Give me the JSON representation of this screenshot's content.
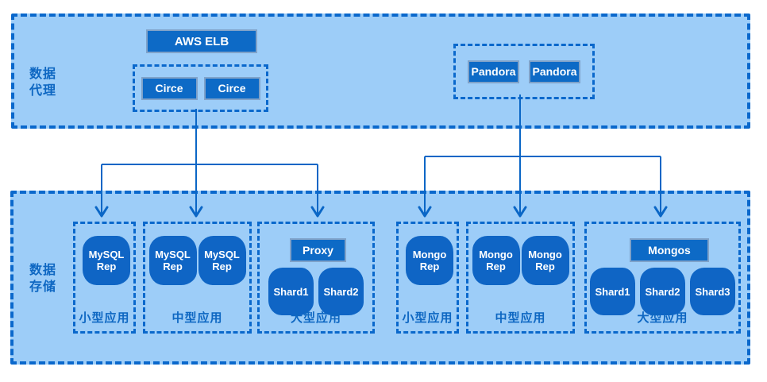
{
  "colors": {
    "layer_fill": "#9dcdf8",
    "dashed_border": "#0a68cc",
    "node_fill": "#0d6ac6",
    "node_border": "#7fa2c9",
    "blob_fill": "#0f65c5",
    "node_text": "#ffffff",
    "section_label_text": "#0e67c2",
    "connector_line": "#0a66c6",
    "page_background": "#ffffff"
  },
  "proxy_layer": {
    "section_label": "数据\n代理",
    "elb_label": "AWS ELB",
    "circe_nodes": [
      "Circe",
      "Circe"
    ],
    "pandora_nodes": [
      "Pandora",
      "Pandora"
    ]
  },
  "storage_layer": {
    "section_label": "数据\n存储",
    "groups": [
      {
        "label": "小型应用",
        "nodes": [
          "MySQL\nRep"
        ]
      },
      {
        "label": "中型应用",
        "nodes": [
          "MySQL\nRep",
          "MySQL\nRep"
        ]
      },
      {
        "label": "大型应用",
        "router": "Proxy",
        "nodes": [
          "Shard1",
          "Shard2"
        ]
      },
      {
        "label": "小型应用",
        "nodes": [
          "Mongo\nRep"
        ]
      },
      {
        "label": "中型应用",
        "nodes": [
          "Mongo\nRep",
          "Mongo\nRep"
        ]
      },
      {
        "label": "大型应用",
        "router": "Mongos",
        "nodes": [
          "Shard1",
          "Shard2",
          "Shard3"
        ]
      }
    ]
  },
  "edges": [
    {
      "from": "circe-group",
      "to": [
        "mysql-small-app",
        "mysql-medium-app",
        "mysql-large-app"
      ]
    },
    {
      "from": "pandora-group",
      "to": [
        "mongo-small-app",
        "mongo-medium-app",
        "mongo-large-app"
      ]
    }
  ]
}
